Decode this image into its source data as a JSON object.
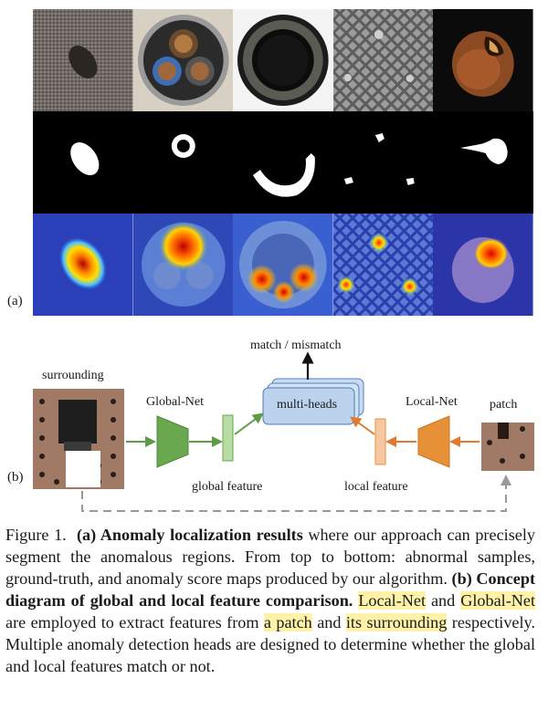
{
  "panel_a": {
    "label": "(a)"
  },
  "panel_b": {
    "label": "(b)",
    "surrounding": "surrounding",
    "patch": "patch",
    "global_net": "Global-Net",
    "local_net": "Local-Net",
    "global_feature": "global feature",
    "local_feature": "local feature",
    "multi_heads": "multi-heads",
    "output": "match / mismatch"
  },
  "caption": {
    "fig": "Figure 1.",
    "part_a_bold": "(a) Anomaly localization results",
    "part_a_text": " where our approach can precisely segment the anomalous regions.  From top to bottom: abnormal samples, ground-truth, and anomaly score maps produced by our algorithm. ",
    "part_b_bold": "(b) Concept diagram of global and local feature comparison.",
    "hl_local": "Local-Net",
    "and1": " and ",
    "hl_global": "Global-Net",
    "t2": " are employed to extract features from ",
    "hl_patch": "a patch",
    "and2": " and ",
    "hl_surr": "its surrounding",
    "t3": " respectively.  Multiple anomaly detection heads are designed to determine whether the global and local features match or not."
  },
  "colors": {
    "global_green": "#6aa84f",
    "local_orange": "#e69138",
    "heads_blue": "#bcd3ee",
    "dashed_gray": "#999999",
    "highlight": "#fff2a8"
  }
}
